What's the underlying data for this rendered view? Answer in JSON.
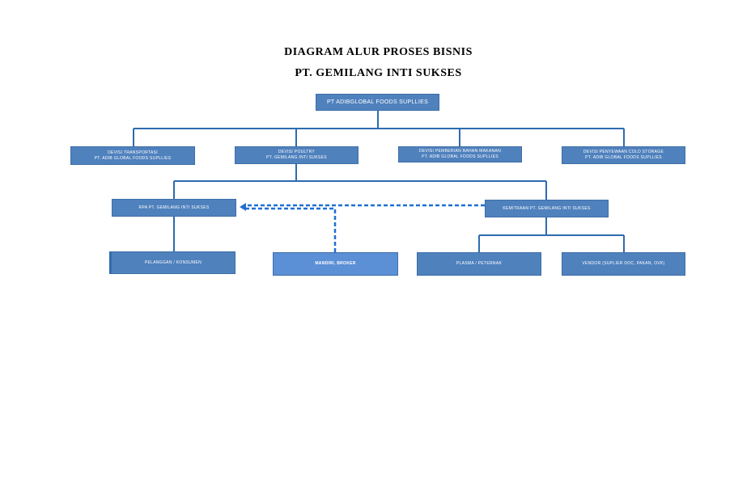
{
  "header": {
    "title": "DIAGRAM ALUR PROSES BISNIS",
    "subtitle": "PT. GEMILANG INTI SUKSES"
  },
  "root": {
    "label": "PT ADIBGLOBAL FOODS SUPLLIES"
  },
  "divisions": [
    {
      "line1": "DEVISI TRANSPORTASI",
      "line2": "PT. ADIB GLOBAL FOODS SUPLLIES"
    },
    {
      "line1": "DEVISI POULTRY",
      "line2": "PT. GEMILANG INTI SUKSES"
    },
    {
      "line1": "DEVISI PEMBERIAN BAHAN MAKANAN",
      "line2": "PT. ADIB GLOBAL FOODS SUPLLIES"
    },
    {
      "line1": "DEVISI PENYEWAAN COLD STORAGE",
      "line2": "PT. ADIB GLOBAL FOODS SUPLLIES"
    }
  ],
  "second_level": {
    "rpa": "RPA PT. GEMILANG INTI SUKSES",
    "kemitraan": "KEMITRAAN PT. GEMILANG INTI SUKSES"
  },
  "third_level": {
    "pelanggan": "PELANGGAN / KONSUMEN",
    "mandiri": "MANDIRI, BROKER",
    "plasma": "PLASMA / PETERNAK",
    "vendor": "VENDOR (SUPLIER DOC, PAKAN, OVK)"
  },
  "colors": {
    "box": "#4f81bd",
    "line": "#2e6bb0",
    "arrow": "#1f6fd1"
  }
}
